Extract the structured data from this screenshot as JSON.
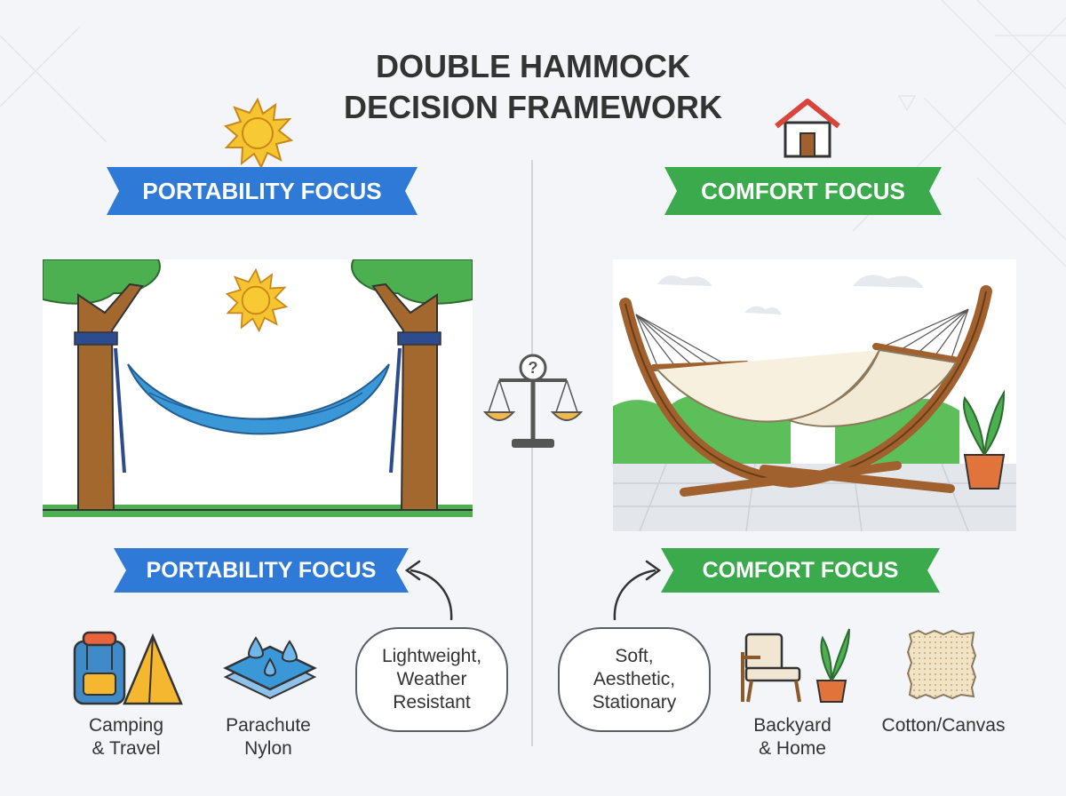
{
  "title": "DOUBLE HAMMOCK\nDECISION FRAMEWORK",
  "left": {
    "banner_label": "PORTABILITY FOCUS",
    "bottom_banner_label": "PORTABILITY FOCUS",
    "bubble_text": "Lightweight,\nWeather\nResistant",
    "items": [
      {
        "icon": "camping-icon",
        "label": "Camping\n& Travel"
      },
      {
        "icon": "nylon-icon",
        "label": "Parachute\nNylon"
      }
    ],
    "color": "#2f7ad6"
  },
  "right": {
    "banner_label": "COMFORT FOCUS",
    "bottom_banner_label": "COMFORT FOCUS",
    "bubble_text": "Soft,\nAesthetic,\nStationary",
    "items": [
      {
        "icon": "backyard-icon",
        "label": "Backyard\n& Home"
      },
      {
        "icon": "canvas-icon",
        "label": "Cotton/Canvas"
      }
    ],
    "color": "#3aaa4d"
  }
}
